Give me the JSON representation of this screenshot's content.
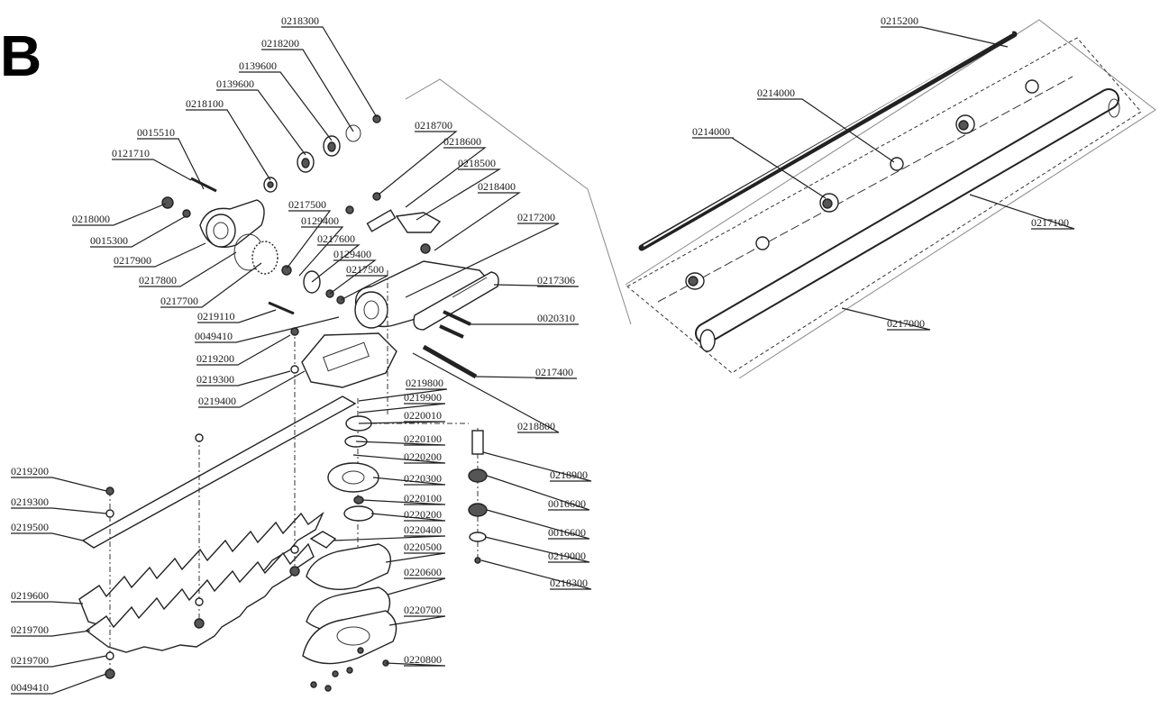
{
  "section_letter": "B",
  "callouts": [
    {
      "id": "c-0218300-top",
      "text": "0218300"
    },
    {
      "id": "c-0218200",
      "text": "0218200"
    },
    {
      "id": "c-0139600-a",
      "text": "0139600"
    },
    {
      "id": "c-0139600-b",
      "text": "0139600"
    },
    {
      "id": "c-0218100",
      "text": "0218100"
    },
    {
      "id": "c-0015510",
      "text": "0015510"
    },
    {
      "id": "c-0121710",
      "text": "0121710"
    },
    {
      "id": "c-0218700",
      "text": "0218700"
    },
    {
      "id": "c-0218600",
      "text": "0218600"
    },
    {
      "id": "c-0218500",
      "text": "0218500"
    },
    {
      "id": "c-0218400",
      "text": "0218400"
    },
    {
      "id": "c-0217200",
      "text": "0217200"
    },
    {
      "id": "c-0218000",
      "text": "0218000"
    },
    {
      "id": "c-0015300",
      "text": "0015300"
    },
    {
      "id": "c-0217900",
      "text": "0217900"
    },
    {
      "id": "c-0217500-a",
      "text": "0217500"
    },
    {
      "id": "c-0129400-a",
      "text": "0129400"
    },
    {
      "id": "c-0217600",
      "text": "0217600"
    },
    {
      "id": "c-0129400-b",
      "text": "0129400"
    },
    {
      "id": "c-0217500-b",
      "text": "0217500"
    },
    {
      "id": "c-0217800",
      "text": "0217800"
    },
    {
      "id": "c-0217700",
      "text": "0217700"
    },
    {
      "id": "c-0217306",
      "text": "0217306"
    },
    {
      "id": "c-0020310",
      "text": "0020310"
    },
    {
      "id": "c-0219110",
      "text": "0219110"
    },
    {
      "id": "c-0049410-top",
      "text": "0049410"
    },
    {
      "id": "c-0219200-a",
      "text": "0219200"
    },
    {
      "id": "c-0219300-a",
      "text": "0219300"
    },
    {
      "id": "c-0219400",
      "text": "0219400"
    },
    {
      "id": "c-0217400",
      "text": "0217400"
    },
    {
      "id": "c-0219800",
      "text": "0219800"
    },
    {
      "id": "c-0219900",
      "text": "0219900"
    },
    {
      "id": "c-0220010",
      "text": "0220010"
    },
    {
      "id": "c-0218800",
      "text": "0218800"
    },
    {
      "id": "c-0220100-a",
      "text": "0220100"
    },
    {
      "id": "c-0220200-a",
      "text": "0220200"
    },
    {
      "id": "c-0218900",
      "text": "0218900"
    },
    {
      "id": "c-0220300",
      "text": "0220300"
    },
    {
      "id": "c-0016600-a",
      "text": "0016600"
    },
    {
      "id": "c-0220100-b",
      "text": "0220100"
    },
    {
      "id": "c-0220200-b",
      "text": "0220200"
    },
    {
      "id": "c-0220400",
      "text": "0220400"
    },
    {
      "id": "c-0016600-b",
      "text": "0016600"
    },
    {
      "id": "c-0220500",
      "text": "0220500"
    },
    {
      "id": "c-0219000",
      "text": "0219000"
    },
    {
      "id": "c-0220600",
      "text": "0220600"
    },
    {
      "id": "c-0218300-bot",
      "text": "0218300"
    },
    {
      "id": "c-0220700",
      "text": "0220700"
    },
    {
      "id": "c-0220800",
      "text": "0220800"
    },
    {
      "id": "c-0219200-b",
      "text": "0219200"
    },
    {
      "id": "c-0219300-b",
      "text": "0219300"
    },
    {
      "id": "c-0219500",
      "text": "0219500"
    },
    {
      "id": "c-0219600",
      "text": "0219600"
    },
    {
      "id": "c-0219700-a",
      "text": "0219700"
    },
    {
      "id": "c-0219700-b",
      "text": "0219700"
    },
    {
      "id": "c-0049410-bot",
      "text": "0049410"
    },
    {
      "id": "c-0215200",
      "text": "0215200"
    },
    {
      "id": "c-0214000-a",
      "text": "0214000"
    },
    {
      "id": "c-0214000-b",
      "text": "0214000"
    },
    {
      "id": "c-0217100",
      "text": "0217100"
    },
    {
      "id": "c-0217000",
      "text": "0217000"
    }
  ]
}
